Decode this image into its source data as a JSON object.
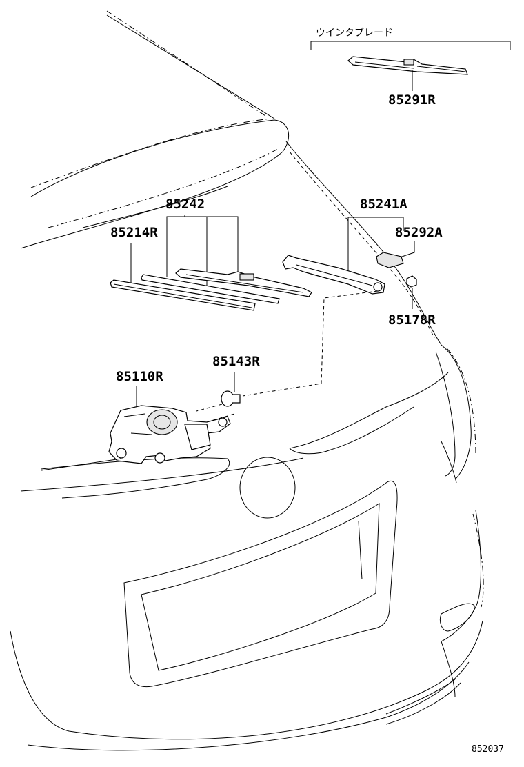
{
  "header": {
    "title": "ウインタブレード"
  },
  "parts": {
    "blade_assy": "85291R",
    "blade_refill_set": "85242",
    "blade_refill": "85214R",
    "arm": "85241A",
    "arm_cover": "85292A",
    "nut": "85178R",
    "grommet": "85143R",
    "motor": "85110R"
  },
  "footer": {
    "diagram_code": "852037"
  }
}
